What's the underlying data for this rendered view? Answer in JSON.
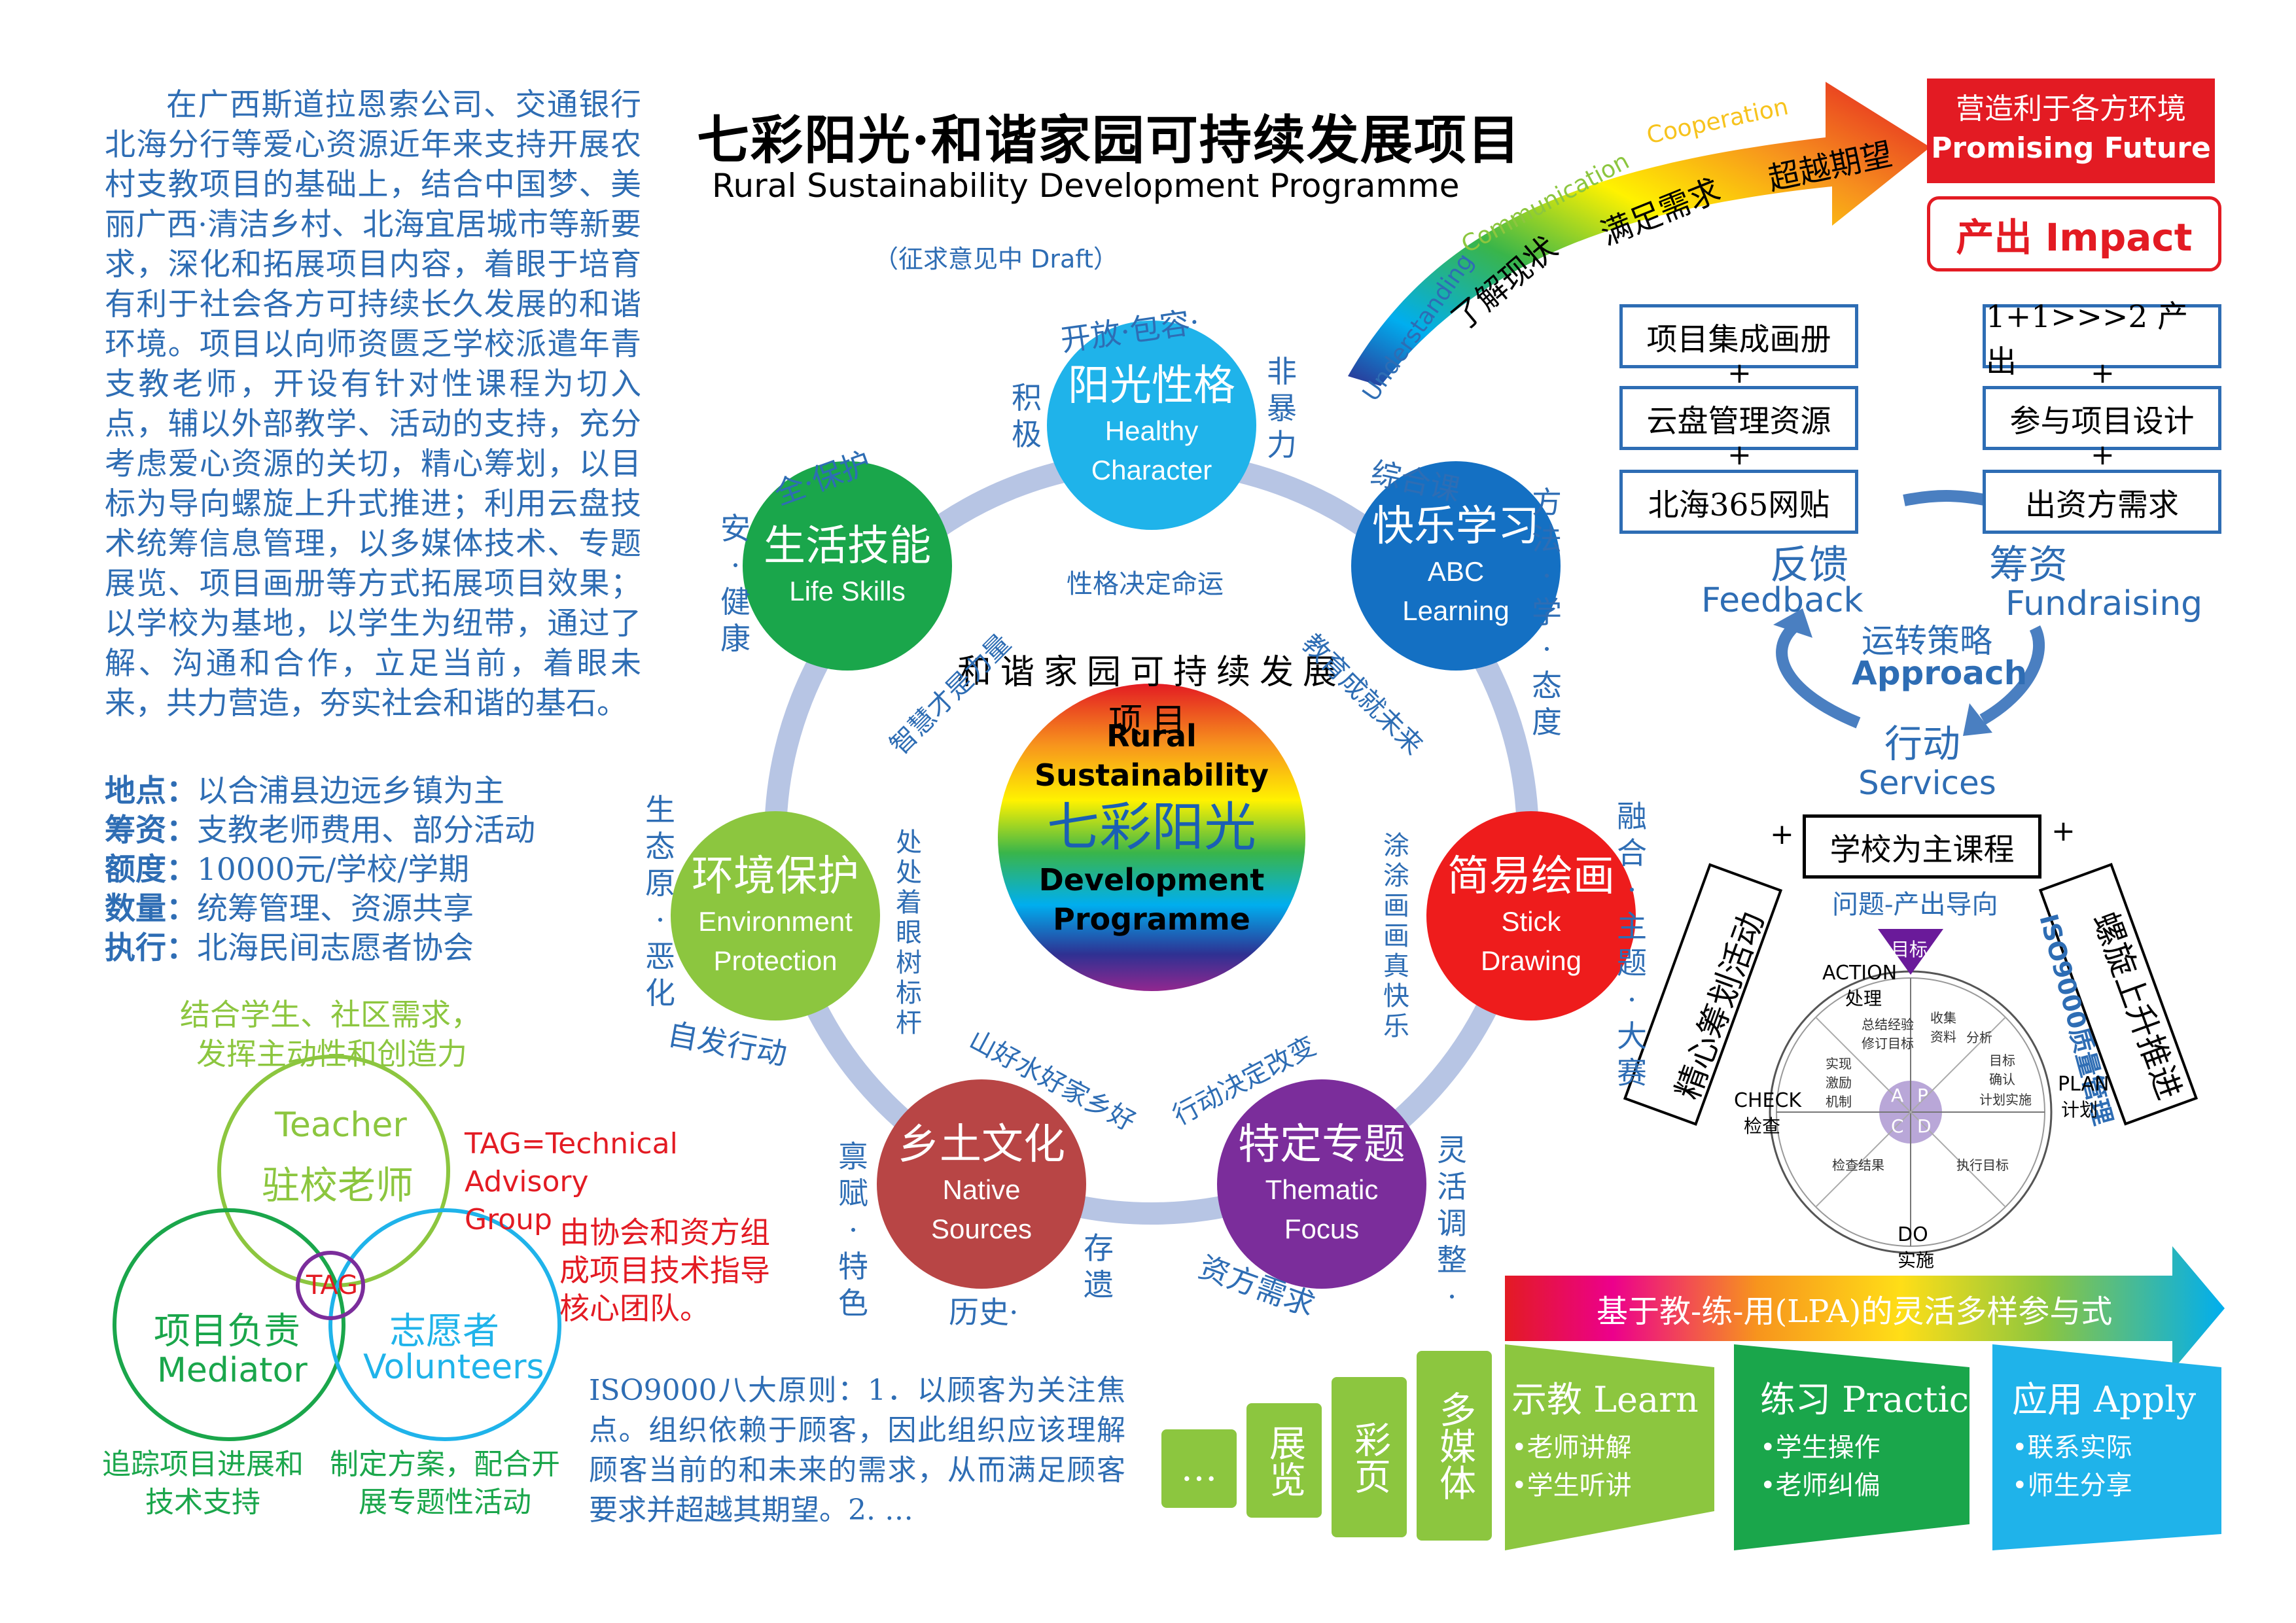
{
  "intro_text": "在广西斯道拉恩索公司、交通银行北海分行等爱心资源近年来支持开展农村支教项目的基础上，结合中国梦、美丽广西·清洁乡村、北海宜居城市等新要求，深化和拓展项目内容，着眼于培育有利于社会各方可持续长久发展的和谐环境。项目以向师资匮乏学校派遣年青支教老师，开设有针对性课程为切入点，辅以外部教学、活动的支持，充分考虑爱心资源的关切，精心筹划，以目标为导向螺旋上升式推进；利用云盘技术统筹信息管理，以多媒体技术、专题展览、项目画册等方式拓展项目效果；以学校为基地，以学生为纽带，通过了解、沟通和合作，立足当前，着眼未来，共力营造，夯实社会和谐的基石。",
  "facts": [
    {
      "label": "地点：",
      "value": "以合浦县边远乡镇为主"
    },
    {
      "label": "筹资：",
      "value": "支教老师费用、部分活动"
    },
    {
      "label": "额度：",
      "value": "10000元/学校/学期"
    },
    {
      "label": "数量：",
      "value": "统筹管理、资源共享"
    },
    {
      "label": "执行：",
      "value": "北海民间志愿者协会"
    }
  ],
  "green_slogan_1": "结合学生、社区需求，",
  "green_slogan_2": "发挥主动性和创造力",
  "title_cn": "七彩阳光·和谐家园可持续发展项目",
  "title_en": "Rural Sustainability Development Programme",
  "draft": "（征求意见中  Draft）",
  "center": {
    "en1": "Rural",
    "en2": "Sustainability",
    "cn": "七彩阳光",
    "en3": "Development",
    "en4": "Programme",
    "arc": "和谐家园可持续发展项目"
  },
  "circles": {
    "healthy": {
      "cn": "阳光性格",
      "en1": "Healthy",
      "en2": "Character",
      "color": "#1fb3ea"
    },
    "abc": {
      "cn": "快乐学习",
      "en1": "ABC",
      "en2": "Learning",
      "color": "#1470c3"
    },
    "stick": {
      "cn": "简易绘画",
      "en1": "Stick",
      "en2": "Drawing",
      "color": "#ee1c1c"
    },
    "thematic": {
      "cn": "特定专题",
      "en1": "Thematic",
      "en2": "Focus",
      "color": "#7b2d9b"
    },
    "native": {
      "cn": "乡土文化",
      "en1": "Native",
      "en2": "Sources",
      "color": "#b84545"
    },
    "environment": {
      "cn": "环境保护",
      "en1": "Environment",
      "en2": "Protection",
      "color": "#8cc63f"
    },
    "life": {
      "cn": "生活技能",
      "en1": "Life Skills",
      "color": "#1aa64b"
    }
  },
  "labels": {
    "healthy_top": "开放·包容·",
    "healthy_left": "积极",
    "healthy_right": "非暴力",
    "healthy_inner": "性格决定命运",
    "abc_top": "综合课",
    "abc_right": "方法·学·态度",
    "abc_inner": "教育成就未来",
    "stick_right": "融合·主题·大赛",
    "stick_inner": "涂涂画画真快乐",
    "thematic_right": "灵活调整·",
    "thematic_bottom": "资方需求",
    "thematic_inner": "行动决定改变",
    "native_left": "禀赋·特色",
    "native_bottom": "历史·",
    "native_right": "存遗",
    "native_inner": "山好水好家乡好",
    "env_left": "生态原·恶化",
    "env_bottom": "自发行动",
    "env_inner": "处处着眼树标杆",
    "life_top": "全·保护",
    "life_left": "安·健康",
    "life_inner": "智慧才是力量"
  },
  "arrow": {
    "understanding": "Understanding",
    "communication": "Communication",
    "cooperation": "Cooperation",
    "step1": "了解现状",
    "step2": "满足需求",
    "step3": "超越期望"
  },
  "banner": {
    "cn": "营造利于各方环境",
    "en": "Promising Future"
  },
  "impact": "产出 Impact",
  "feedback_boxes": [
    "项目集成画册",
    "云盘管理资源",
    "北海365网贴"
  ],
  "fundraising_boxes": [
    "1+1>>>2  产出",
    "参与项目设计",
    "出资方需求"
  ],
  "cycle": {
    "feedback_cn": "反馈",
    "feedback_en": "Feedback",
    "fund_cn": "筹资",
    "fund_en": "Fundraising",
    "approach_cn": "运转策略",
    "approach_en": "Approach",
    "services_cn": "行动",
    "services_en": "Services"
  },
  "pdca": {
    "school": "学校为主课程",
    "problem": "问题-产出导向",
    "left_tilt": "精心筹划活动",
    "right_tilt": "螺旋上升推进",
    "iso": "ISO9000质量管理",
    "goal": "目标",
    "action": "ACTION",
    "action_cn": "处理",
    "plan": "PLAN",
    "plan_cn": "计划",
    "check": "CHECK",
    "check_cn": "检查",
    "do": "DO",
    "do_cn": "实施",
    "a": "A",
    "p": "P",
    "c": "C",
    "d": "D",
    "seg1": "总结经验修订目标",
    "seg2": "收集资料",
    "seg3": "分析",
    "seg4": "目标确认",
    "seg5": "计划实施",
    "seg6": "执行目标",
    "seg7": "检查结果",
    "seg8": "实现激励机制"
  },
  "venn": {
    "teacher_en": "Teacher",
    "teacher_cn": "驻校老师",
    "mediator_cn": "项目负责",
    "mediator_en": "Mediator",
    "volunteer_cn": "志愿者",
    "volunteer_en": "Volunteers",
    "tag": "TAG",
    "tag_def": "TAG=Technical Advisory Group",
    "tag_cn": "由协会和资方组成项目技术指导核心团队。",
    "left_caption": "追踪项目进展和技术支持",
    "right_caption": "制定方案，配合开展专题性活动"
  },
  "iso_text": "ISO9000八大原则：1．以顾客为关注焦点。组织依赖于顾客，因此组织应该理解顾客当前的和未来的需求，从而满足顾客要求并超越其期望。2. …",
  "lpa": {
    "header": "基于教-练-用(LPA)的灵活多样参与式",
    "learn_title": "示教 Learn",
    "learn_items": [
      "•老师讲解",
      "•学生听讲"
    ],
    "practice_title": "练习 Practice",
    "practice_items": [
      "•学生操作",
      "•老师纠偏"
    ],
    "apply_title": "应用 Apply",
    "apply_items": [
      "•联系实际",
      "•师生分享"
    ],
    "cols": [
      "…",
      "展览",
      "彩页",
      "多媒体"
    ]
  }
}
